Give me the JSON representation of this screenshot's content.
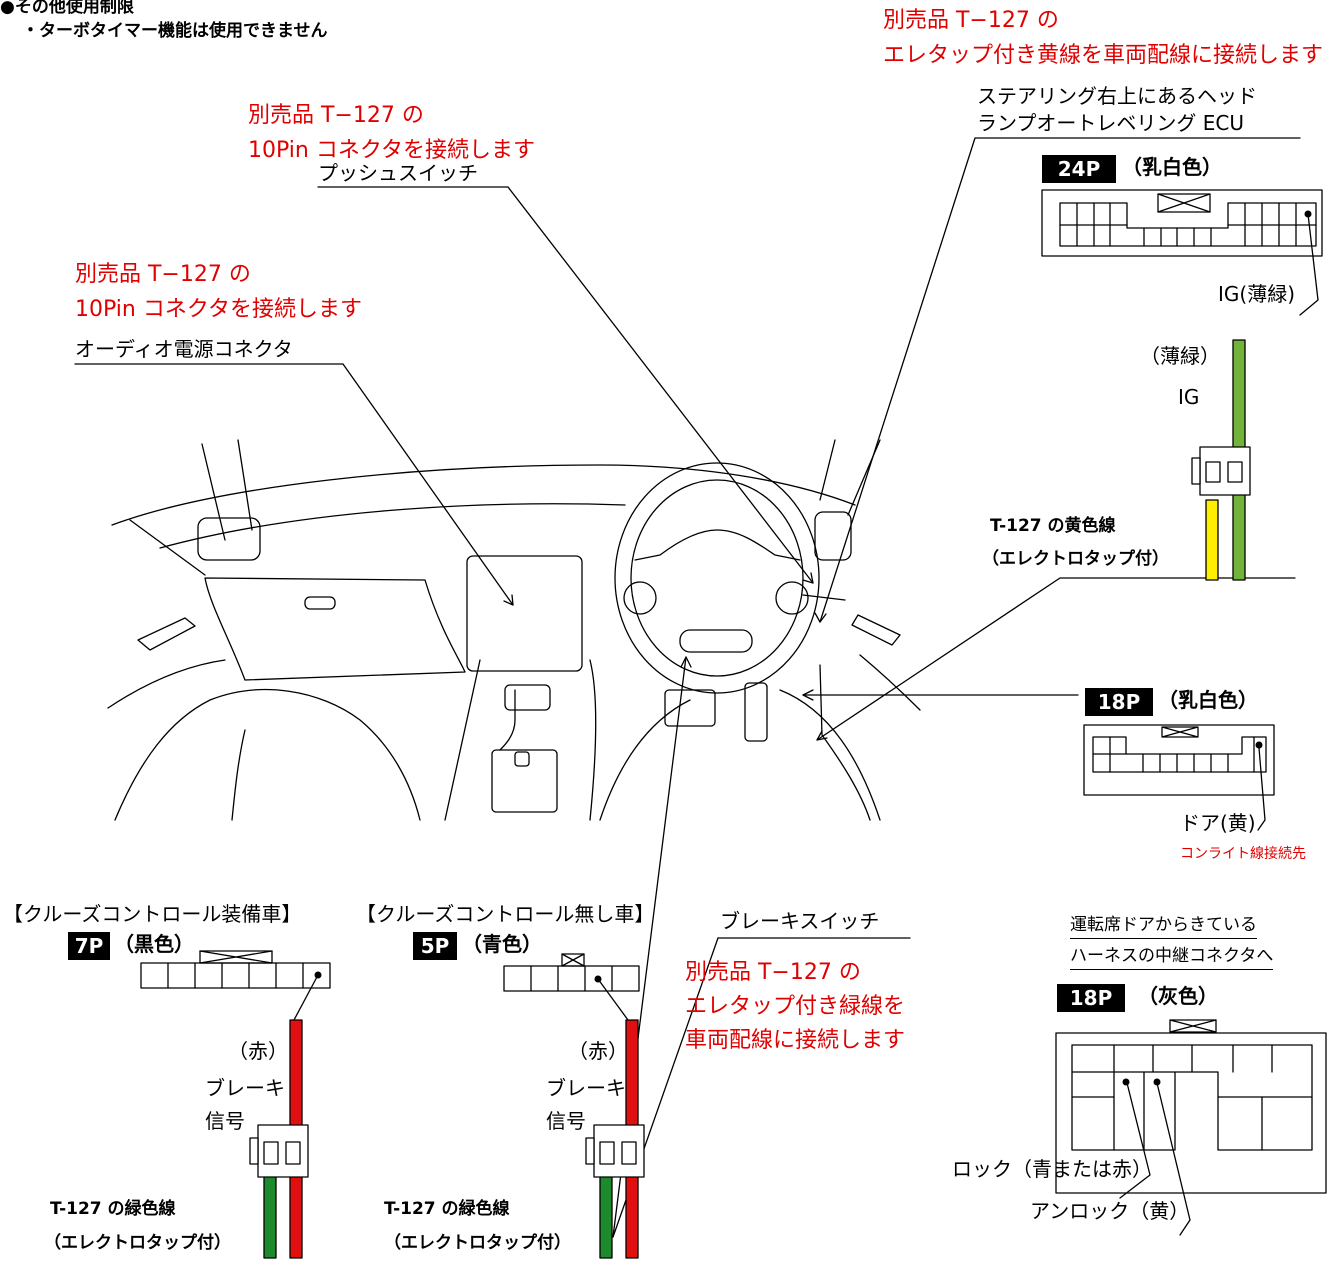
{
  "restrictions": {
    "heading": "●その他使用制限",
    "item": "・ターボタイマー機能は使用できません"
  },
  "notes": {
    "push_switch_note_1": "別売品 T−127 の",
    "push_switch_note_2": "10Pin コネクタを接続します",
    "audio_note_1": "別売品 T−127 の",
    "audio_note_2": "10Pin コネクタを接続します",
    "ecu_note_1": "別売品 T−127 の",
    "ecu_note_2": "エレタップ付き黄線を車両配線に接続します",
    "brake_note_1": "別売品 T−127 の",
    "brake_note_2": "エレタップ付き緑線を",
    "brake_note_3": "車両配線に接続します"
  },
  "labels": {
    "push_switch": "プッシュスイッチ",
    "audio_connector": "オーディオ電源コネクタ",
    "ecu_1": "ステアリング右上にあるヘッド",
    "ecu_2": "ランプオートレベリング ECU",
    "brake_switch": "ブレーキスイッチ",
    "door_harness_1": "運転席ドアからきている",
    "door_harness_2": "ハーネスの中継コネクタへ"
  },
  "connectors": {
    "c24p": {
      "badge": "24P",
      "color": "（乳白色）",
      "pin_label": "IG(薄緑)"
    },
    "ig_wire": {
      "color_label": "（薄緑）",
      "signal": "IG"
    },
    "ig_tap": {
      "line1": "T-127 の黄色線",
      "line2": "（エレクトロタップ付）"
    },
    "c18p_a": {
      "badge": "18P",
      "color": "（乳白色）",
      "pin_label": "ドア(黄)",
      "note": "コンライト線接続先"
    },
    "c18p_b": {
      "badge": "18P",
      "color": "（灰色）",
      "lock_label": "ロック（青または赤）",
      "unlock_label": "アンロック（黄）"
    },
    "c7p": {
      "header": "【クルーズコントロール装備車】",
      "badge": "7P",
      "color": "（黒色）"
    },
    "c5p": {
      "header": "【クルーズコントロール無し車】",
      "badge": "5P",
      "color": "（青色）"
    },
    "brake_wire_left": {
      "color_label": "（赤）",
      "signal_1": "ブレーキ",
      "signal_2": "信号",
      "tap_1": "T-127 の緑色線",
      "tap_2": "（エレクトロタップ付）"
    },
    "brake_wire_right": {
      "color_label": "（赤）",
      "signal_1": "ブレーキ",
      "signal_2": "信号",
      "tap_1": "T-127 の緑色線",
      "tap_2": "（エレクトロタップ付）"
    }
  },
  "colors": {
    "note_red": "#e00000",
    "wire_red": "#e01010",
    "wire_green_light": "#72b43a",
    "wire_green_dark": "#1e8a2e",
    "wire_yellow": "#ffee00"
  }
}
